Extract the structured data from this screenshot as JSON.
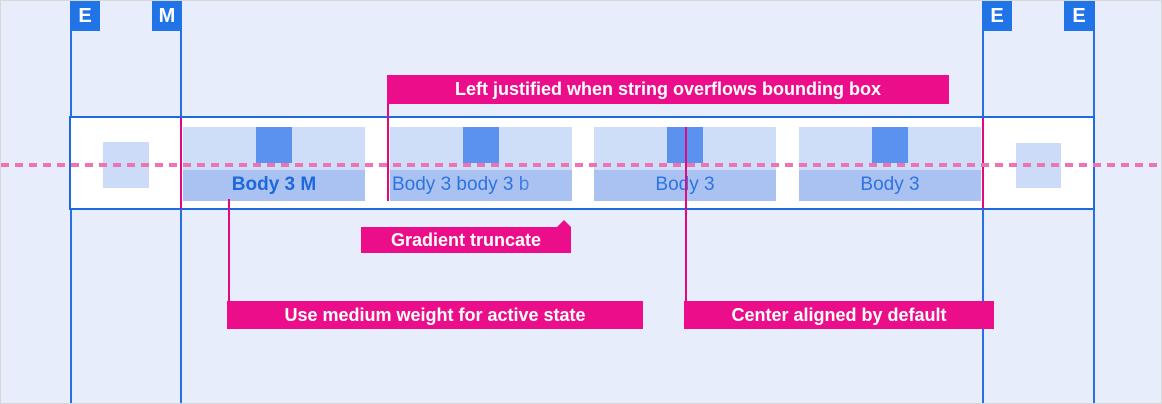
{
  "component": "tab-bar-redline-spec",
  "rulers": {
    "markers": [
      {
        "letter": "E"
      },
      {
        "letter": "M"
      },
      {
        "letter": "E"
      },
      {
        "letter": "E"
      }
    ]
  },
  "tabbar": {
    "tabs": [
      {
        "label": "Body 3 M",
        "state": "active",
        "align": "center"
      },
      {
        "label": "Body 3 body 3 b",
        "state": "truncated",
        "align": "left"
      },
      {
        "label": "Body 3",
        "state": "default",
        "align": "center"
      },
      {
        "label": "Body 3",
        "state": "default",
        "align": "center"
      }
    ]
  },
  "callouts": {
    "overflow": "Left justified when string overflows bounding box",
    "truncate": "Gradient truncate",
    "active": "Use medium weight for active state",
    "center": "Center aligned by default"
  },
  "colors": {
    "canvas": "#e8edfb",
    "grid_blue": "#2470e4",
    "marker_blue": "#2173e8",
    "band_border": "#1e6be0",
    "tab_light": "#cfdef8",
    "tab_label_bg": "#a9c2f1",
    "icon_blue": "#5b92f0",
    "active_text": "#1e67dd",
    "tab_text": "#2e73e2",
    "callout_magenta": "#ec0d8a",
    "leader_magenta": "#e5077e",
    "baseline_pink": "#ec74b5"
  }
}
